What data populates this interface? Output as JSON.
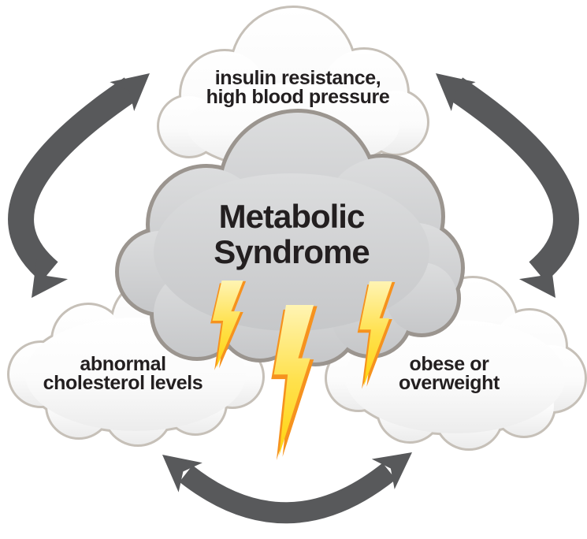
{
  "diagram": {
    "title": "Metabolic Syndrome cycle diagram",
    "center_cloud": {
      "line1": "Metabolic",
      "line2": "Syndrome"
    },
    "top_cloud": {
      "line1": "insulin resistance,",
      "line2": "high blood pressure"
    },
    "bottom_left_cloud": {
      "line1": "abnormal",
      "line2": "cholesterol levels"
    },
    "bottom_right_cloud": {
      "line1": "obese or",
      "line2": "overweight"
    },
    "icons": {
      "lightning_bolts_count": 3,
      "cycle_arrows": [
        "left-double-arrow",
        "right-double-arrow",
        "bottom-double-arrow"
      ]
    },
    "colors": {
      "background": "#ffffff",
      "arrow": "#58595b",
      "text": "#231f20",
      "center_cloud_fill_top": "#dcddde",
      "center_cloud_fill_bottom": "#c6c7c9",
      "center_cloud_border": "#9b958f",
      "white_cloud_fill_top": "#ffffff",
      "white_cloud_fill_bottom": "#ececec",
      "white_cloud_border": "#c6c0b8",
      "bolt_yellow_light": "#fff4b3",
      "bolt_yellow": "#ffd30f",
      "bolt_orange": "#f6921e"
    }
  }
}
